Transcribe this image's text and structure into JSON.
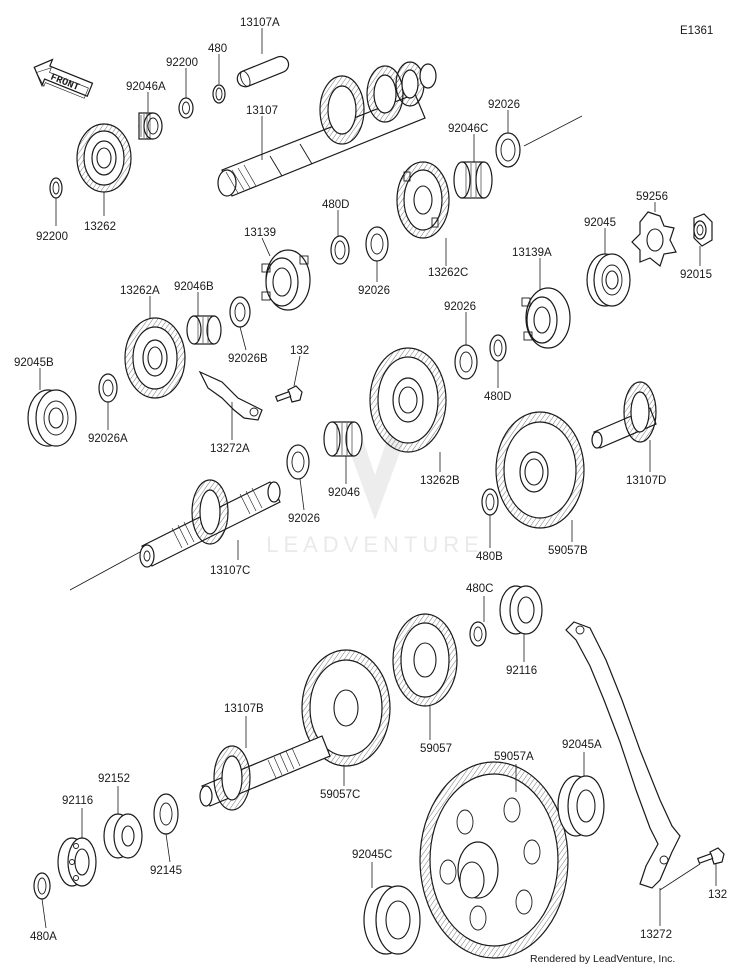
{
  "diagram_code": "E1361",
  "front_label": "FRONT",
  "watermark": "LEADVENTURE",
  "footer_credit": "Rendered by LeadVenture, Inc.",
  "labels": {
    "p13107A": "13107A",
    "p480_top": "480",
    "p92200_top": "92200",
    "p92046A": "92046A",
    "p13107": "13107",
    "p92200_left": "92200",
    "p13262": "13262",
    "p92026_tr": "92026",
    "p92046C": "92046C",
    "p480D_a": "480D",
    "p13139": "13139",
    "p92026_mid": "92026",
    "p13262C": "13262C",
    "p92045": "92045",
    "p59256": "59256",
    "p92015": "92015",
    "p13139A": "13139A",
    "p13262A": "13262A",
    "p92046B": "92046B",
    "p92026B": "92026B",
    "p132_top": "132",
    "p92045B": "92045B",
    "p92026A": "92026A",
    "p13272A": "13272A",
    "p92026_b": "92026",
    "p480D_b": "480D",
    "p92026_c": "92026",
    "p92046": "92046",
    "p13262B": "13262B",
    "p13107D": "13107D",
    "p480B": "480B",
    "p59057B": "59057B",
    "p13107C": "13107C",
    "p480C": "480C",
    "p92116_r": "92116",
    "p13107B": "13107B",
    "p59057": "59057",
    "p92152": "92152",
    "p92116_l": "92116",
    "p59057C": "59057C",
    "p59057A": "59057A",
    "p92045A": "92045A",
    "p92145": "92145",
    "p92045C": "92045C",
    "p480A": "480A",
    "p132_bot": "132",
    "p13272": "13272"
  }
}
